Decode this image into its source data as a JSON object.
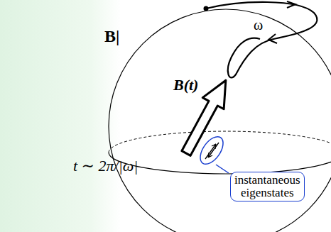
{
  "diagram": {
    "nodes": [
      {
        "text": [
          "instantaneous eigenstates"
        ]
      }
    ],
    "labels": [
      "B|",
      "ω",
      "B(t)",
      "t ∼ 2π/|ω|"
    ]
  }
}
